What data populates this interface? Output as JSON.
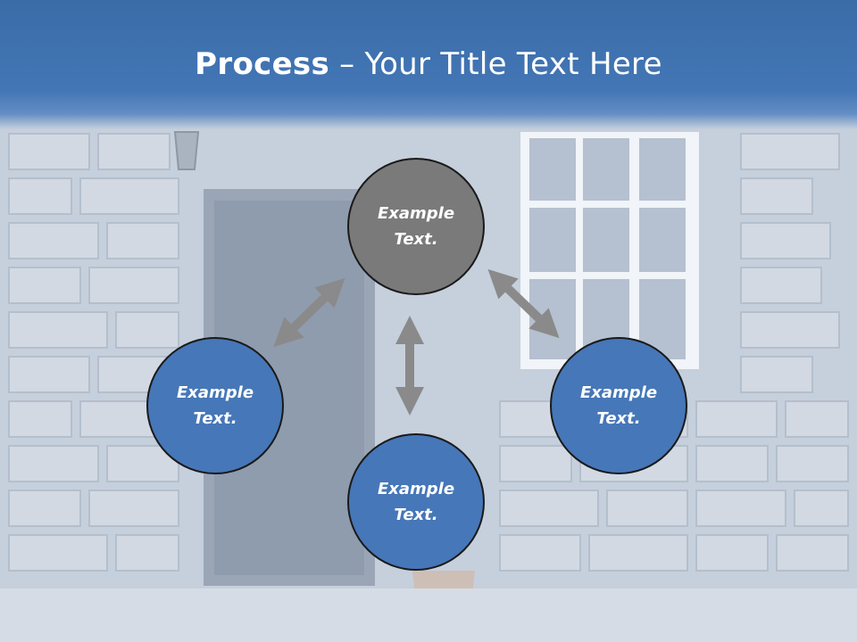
{
  "title": {
    "bold": "Process",
    "rest": " – Your Title Text Here"
  },
  "nodes": [
    {
      "label1": "Example",
      "label2": "Text.",
      "style": "gray"
    },
    {
      "label1": "Example",
      "label2": "Text.",
      "style": "blue"
    },
    {
      "label1": "Example",
      "label2": "Text.",
      "style": "blue"
    },
    {
      "label1": "Example",
      "label2": "Text.",
      "style": "blue"
    }
  ],
  "colors": {
    "header": "#4376b5",
    "node_blue": "#4677b8",
    "node_gray": "#7a7a7a",
    "arrow": "#8a8a8a"
  }
}
